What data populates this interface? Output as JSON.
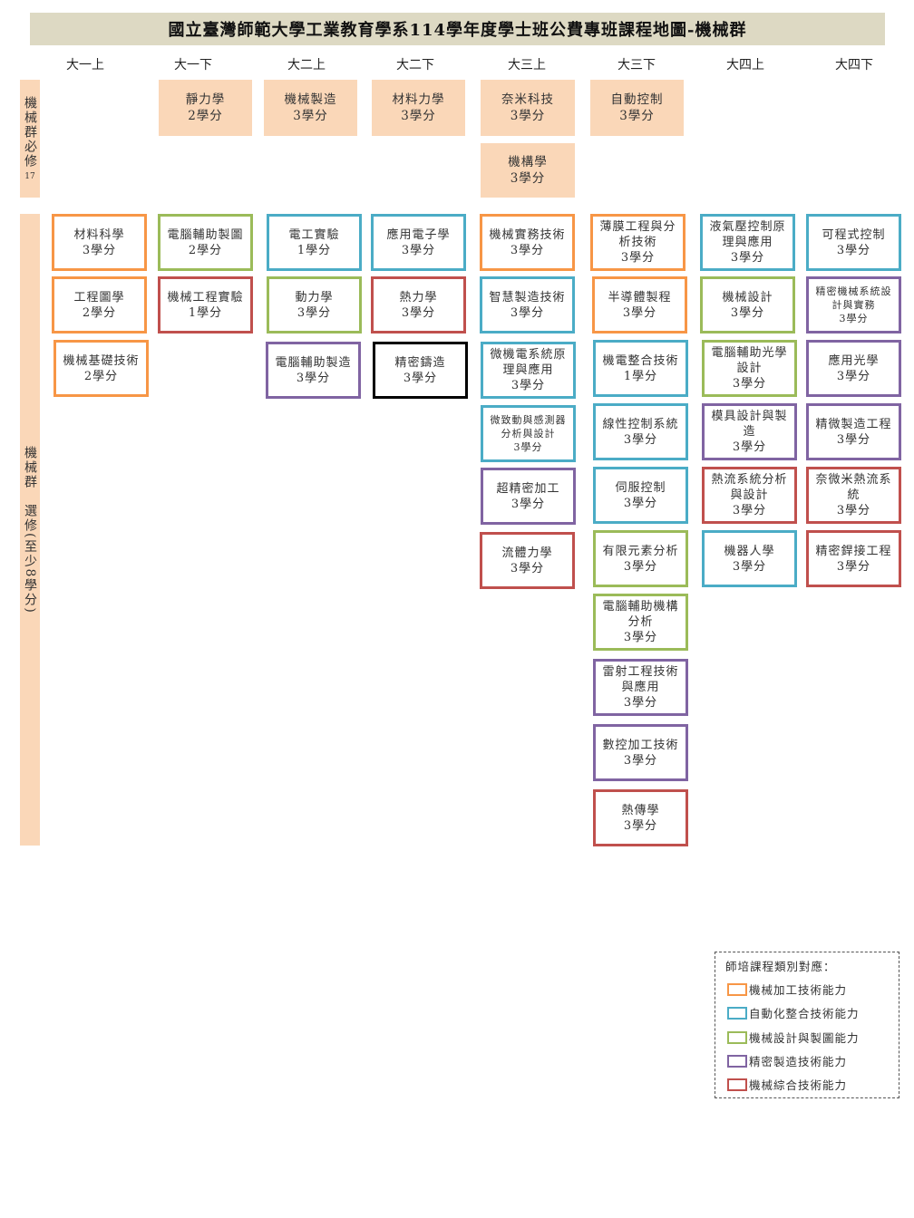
{
  "title": "國立臺灣師範大學工業教育學系114學年度學士班公費專班課程地圖-機械群",
  "semesters": [
    "大一上",
    "大一下",
    "大二上",
    "大二下",
    "大三上",
    "大三下",
    "大四上",
    "大四下"
  ],
  "required_label": "機械群必修",
  "required_credits": "17",
  "elective_label": "機械群　選修(至少8學分)",
  "required": [
    {
      "name": "靜力學",
      "credits": "2學分"
    },
    {
      "name": "機械製造",
      "credits": "3學分"
    },
    {
      "name": "材料力學",
      "credits": "3學分"
    },
    {
      "name": "奈米科技",
      "credits": "3學分"
    },
    {
      "name": "自動控制",
      "credits": "3學分"
    },
    {
      "name": "機構學",
      "credits": "3學分"
    }
  ],
  "electives": [
    {
      "name": "材料科學",
      "credits": "3學分",
      "cat": "orange"
    },
    {
      "name": "工程圖學",
      "credits": "2學分",
      "cat": "orange"
    },
    {
      "name": "機械基礎技術",
      "credits": "2學分",
      "cat": "orange"
    },
    {
      "name": "電腦輔助製圖",
      "credits": "2學分",
      "cat": "green"
    },
    {
      "name": "機械工程實驗",
      "credits": "1學分",
      "cat": "red"
    },
    {
      "name": "電工實驗",
      "credits": "1學分",
      "cat": "blue"
    },
    {
      "name": "動力學",
      "credits": "3學分",
      "cat": "green"
    },
    {
      "name": "電腦輔助製造",
      "credits": "3學分",
      "cat": "purple"
    },
    {
      "name": "應用電子學",
      "credits": "3學分",
      "cat": "blue"
    },
    {
      "name": "熱力學",
      "credits": "3學分",
      "cat": "red"
    },
    {
      "name": "精密鑄造",
      "credits": "3學分",
      "cat": "black"
    },
    {
      "name": "機械實務技術",
      "credits": "3學分",
      "cat": "orange"
    },
    {
      "name": "智慧製造技術",
      "credits": "3學分",
      "cat": "blue"
    },
    {
      "name": "微機電系統原理與應用",
      "credits": "3學分",
      "cat": "blue"
    },
    {
      "name": "微致動與感測器分析與設計",
      "credits": "3學分",
      "cat": "blue"
    },
    {
      "name": "超精密加工",
      "credits": "3學分",
      "cat": "purple"
    },
    {
      "name": "流體力學",
      "credits": "3學分",
      "cat": "red"
    },
    {
      "name": "薄膜工程與分析技術",
      "credits": "3學分",
      "cat": "orange"
    },
    {
      "name": "半導體製程",
      "credits": "3學分",
      "cat": "orange"
    },
    {
      "name": "機電整合技術",
      "credits": "1學分",
      "cat": "blue"
    },
    {
      "name": "線性控制系統",
      "credits": "3學分",
      "cat": "blue"
    },
    {
      "name": "伺服控制",
      "credits": "3學分",
      "cat": "blue"
    },
    {
      "name": "有限元素分析",
      "credits": "3學分",
      "cat": "green"
    },
    {
      "name": "電腦輔助機構分析",
      "credits": "3學分",
      "cat": "green"
    },
    {
      "name": "雷射工程技術與應用",
      "credits": "3學分",
      "cat": "purple"
    },
    {
      "name": "數控加工技術",
      "credits": "3學分",
      "cat": "purple"
    },
    {
      "name": "熱傳學",
      "credits": "3學分",
      "cat": "red"
    },
    {
      "name": "液氣壓控制原理與應用",
      "credits": "3學分",
      "cat": "blue"
    },
    {
      "name": "機械設計",
      "credits": "3學分",
      "cat": "green"
    },
    {
      "name": "電腦輔助光學設計",
      "credits": "3學分",
      "cat": "green"
    },
    {
      "name": "模具設計與製造",
      "credits": "3學分",
      "cat": "purple"
    },
    {
      "name": "熱流系統分析與設計",
      "credits": "3學分",
      "cat": "red"
    },
    {
      "name": "機器人學",
      "credits": "3學分",
      "cat": "blue"
    },
    {
      "name": "可程式控制",
      "credits": "3學分",
      "cat": "blue"
    },
    {
      "name": "精密機械系統設計與實務",
      "credits": "3學分",
      "cat": "purple"
    },
    {
      "name": "應用光學",
      "credits": "3學分",
      "cat": "purple"
    },
    {
      "name": "精微製造工程",
      "credits": "3學分",
      "cat": "purple"
    },
    {
      "name": "奈微米熱流系統",
      "credits": "3學分",
      "cat": "red"
    },
    {
      "name": "精密銲接工程",
      "credits": "3學分",
      "cat": "red"
    }
  ],
  "legend": {
    "title": "師培課程類別對應：",
    "items": [
      {
        "label": "機械加工技術能力",
        "cat": "orange"
      },
      {
        "label": "自動化整合技術能力",
        "cat": "blue"
      },
      {
        "label": "機械設計與製圖能力",
        "cat": "green"
      },
      {
        "label": "精密製造技術能力",
        "cat": "purple"
      },
      {
        "label": "機械綜合技術能力",
        "cat": "red"
      }
    ]
  },
  "colors": {
    "orange": "#f79646",
    "blue": "#4bacc6",
    "green": "#9bbb59",
    "purple": "#8064a2",
    "red": "#c0504d",
    "black": "#000000",
    "required_fill": "#fad7b8",
    "title_fill": "#ddd9c3"
  }
}
